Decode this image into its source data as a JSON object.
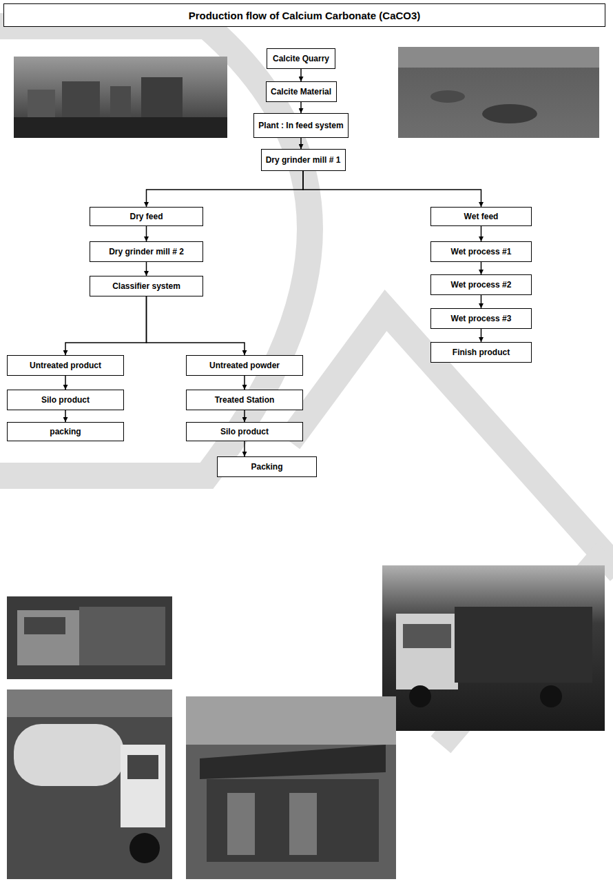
{
  "diagram": {
    "title": "Production flow of Calcium Carbonate (CaCO3)",
    "nodes": [
      {
        "text": [
          "Calcite Quarry"
        ]
      },
      {
        "text": [
          "Calcite Material"
        ]
      },
      {
        "text": [
          "Plant : In feed system"
        ]
      },
      {
        "text": [
          "Dry grinder mill # 1"
        ]
      },
      {
        "text": [
          "Dry feed"
        ]
      },
      {
        "text": [
          "Wet feed"
        ]
      },
      {
        "text": [
          "Dry grinder mill # 2"
        ]
      },
      {
        "text": [
          "Wet process #1"
        ]
      },
      {
        "text": [
          "Classifier system"
        ]
      },
      {
        "text": [
          "Wet process #2"
        ]
      },
      {
        "text": [
          "Wet process #3"
        ]
      },
      {
        "text": [
          "Untreated product"
        ]
      },
      {
        "text": [
          "Untreated powder"
        ]
      },
      {
        "text": [
          "Finish product"
        ]
      },
      {
        "text": [
          "Silo product"
        ]
      },
      {
        "text": [
          "Treated Station"
        ]
      },
      {
        "text": [
          "packing"
        ]
      },
      {
        "text": [
          "Silo product"
        ]
      },
      {
        "text": [
          "Packing"
        ]
      }
    ],
    "edges": [
      {
        "from": 0,
        "to": 1,
        "arrow": "to"
      },
      {
        "from": 1,
        "to": 2,
        "arrow": "to"
      },
      {
        "from": 2,
        "to": 3,
        "arrow": "to"
      },
      {
        "from": 3,
        "to": 4,
        "arrow": "to"
      },
      {
        "from": 3,
        "to": 5,
        "arrow": "to"
      },
      {
        "from": 4,
        "to": 6,
        "arrow": "to"
      },
      {
        "from": 5,
        "to": 7,
        "arrow": "to"
      },
      {
        "from": 6,
        "to": 8,
        "arrow": "to"
      },
      {
        "from": 7,
        "to": 9,
        "arrow": "to"
      },
      {
        "from": 9,
        "to": 10,
        "arrow": "to"
      },
      {
        "from": 10,
        "to": 13,
        "arrow": "to"
      },
      {
        "from": 8,
        "to": 11,
        "arrow": "to"
      },
      {
        "from": 8,
        "to": 12,
        "arrow": "to"
      },
      {
        "from": 11,
        "to": 14,
        "arrow": "to"
      },
      {
        "from": 14,
        "to": 16,
        "arrow": "to"
      },
      {
        "from": 12,
        "to": 15,
        "arrow": "to"
      },
      {
        "from": 15,
        "to": 17,
        "arrow": "to"
      },
      {
        "from": 17,
        "to": 18,
        "arrow": "to"
      }
    ]
  }
}
